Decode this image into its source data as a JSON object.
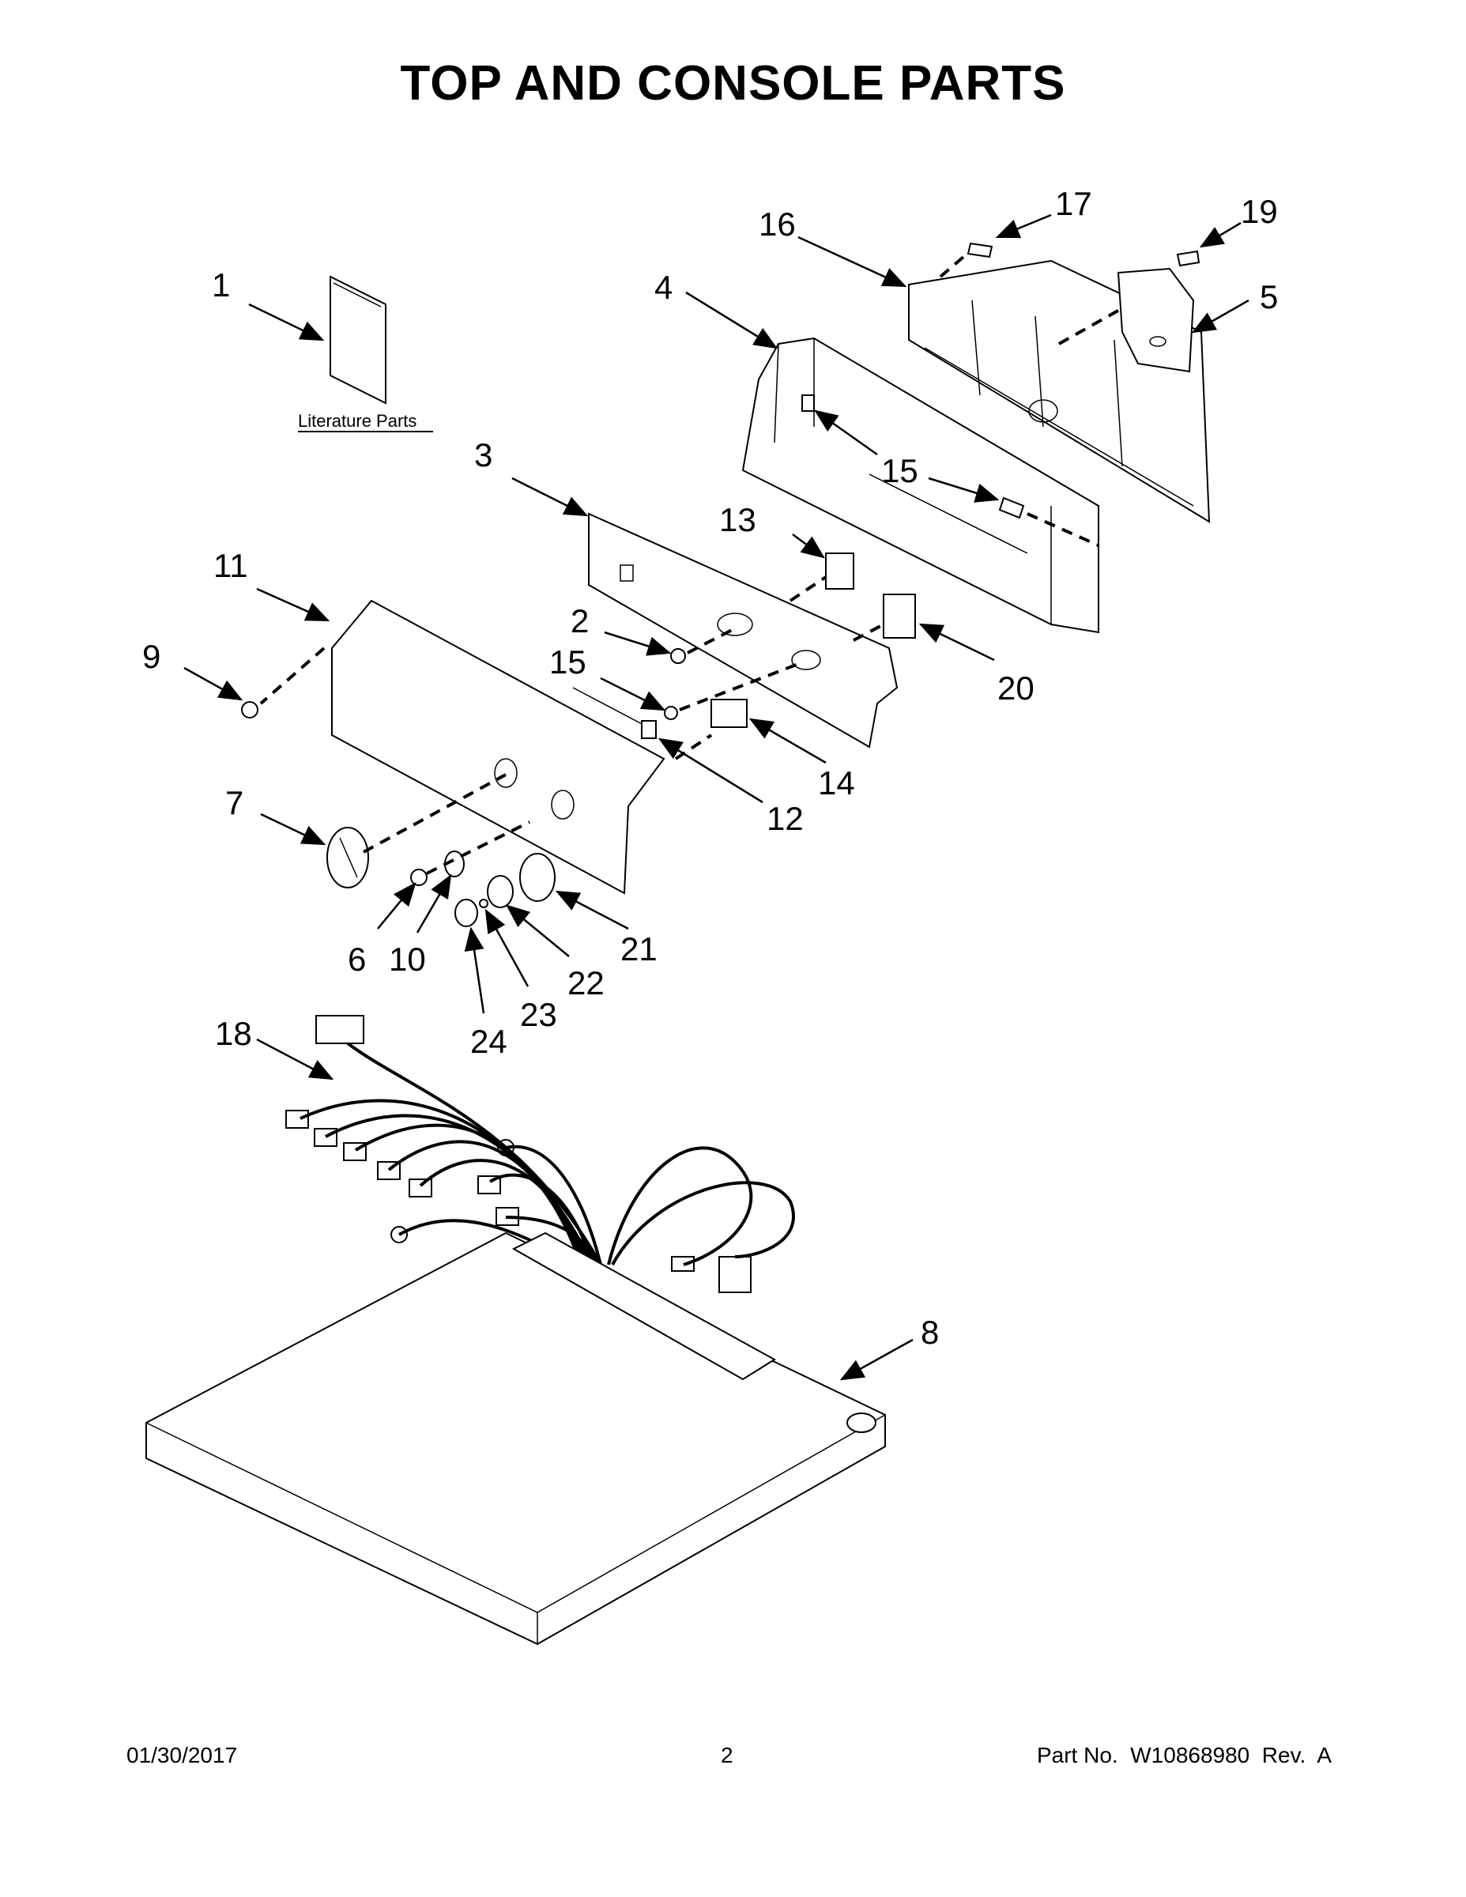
{
  "title": "TOP AND CONSOLE PARTS",
  "literature_label": "Literature Parts",
  "callouts": {
    "c1": "1",
    "c2": "2",
    "c3": "3",
    "c4": "4",
    "c5": "5",
    "c6": "6",
    "c7": "7",
    "c8": "8",
    "c9": "9",
    "c10": "10",
    "c11": "11",
    "c12": "12",
    "c13": "13",
    "c14": "14",
    "c15a": "15",
    "c15b": "15",
    "c15c": "15",
    "c16": "16",
    "c17": "17",
    "c18": "18",
    "c19": "19",
    "c20": "20",
    "c21": "21",
    "c22": "22",
    "c23": "23",
    "c24": "24"
  },
  "footer": {
    "date": "01/30/2017",
    "page": "2",
    "part_no": "Part No.  W10868980  Rev.  A"
  }
}
